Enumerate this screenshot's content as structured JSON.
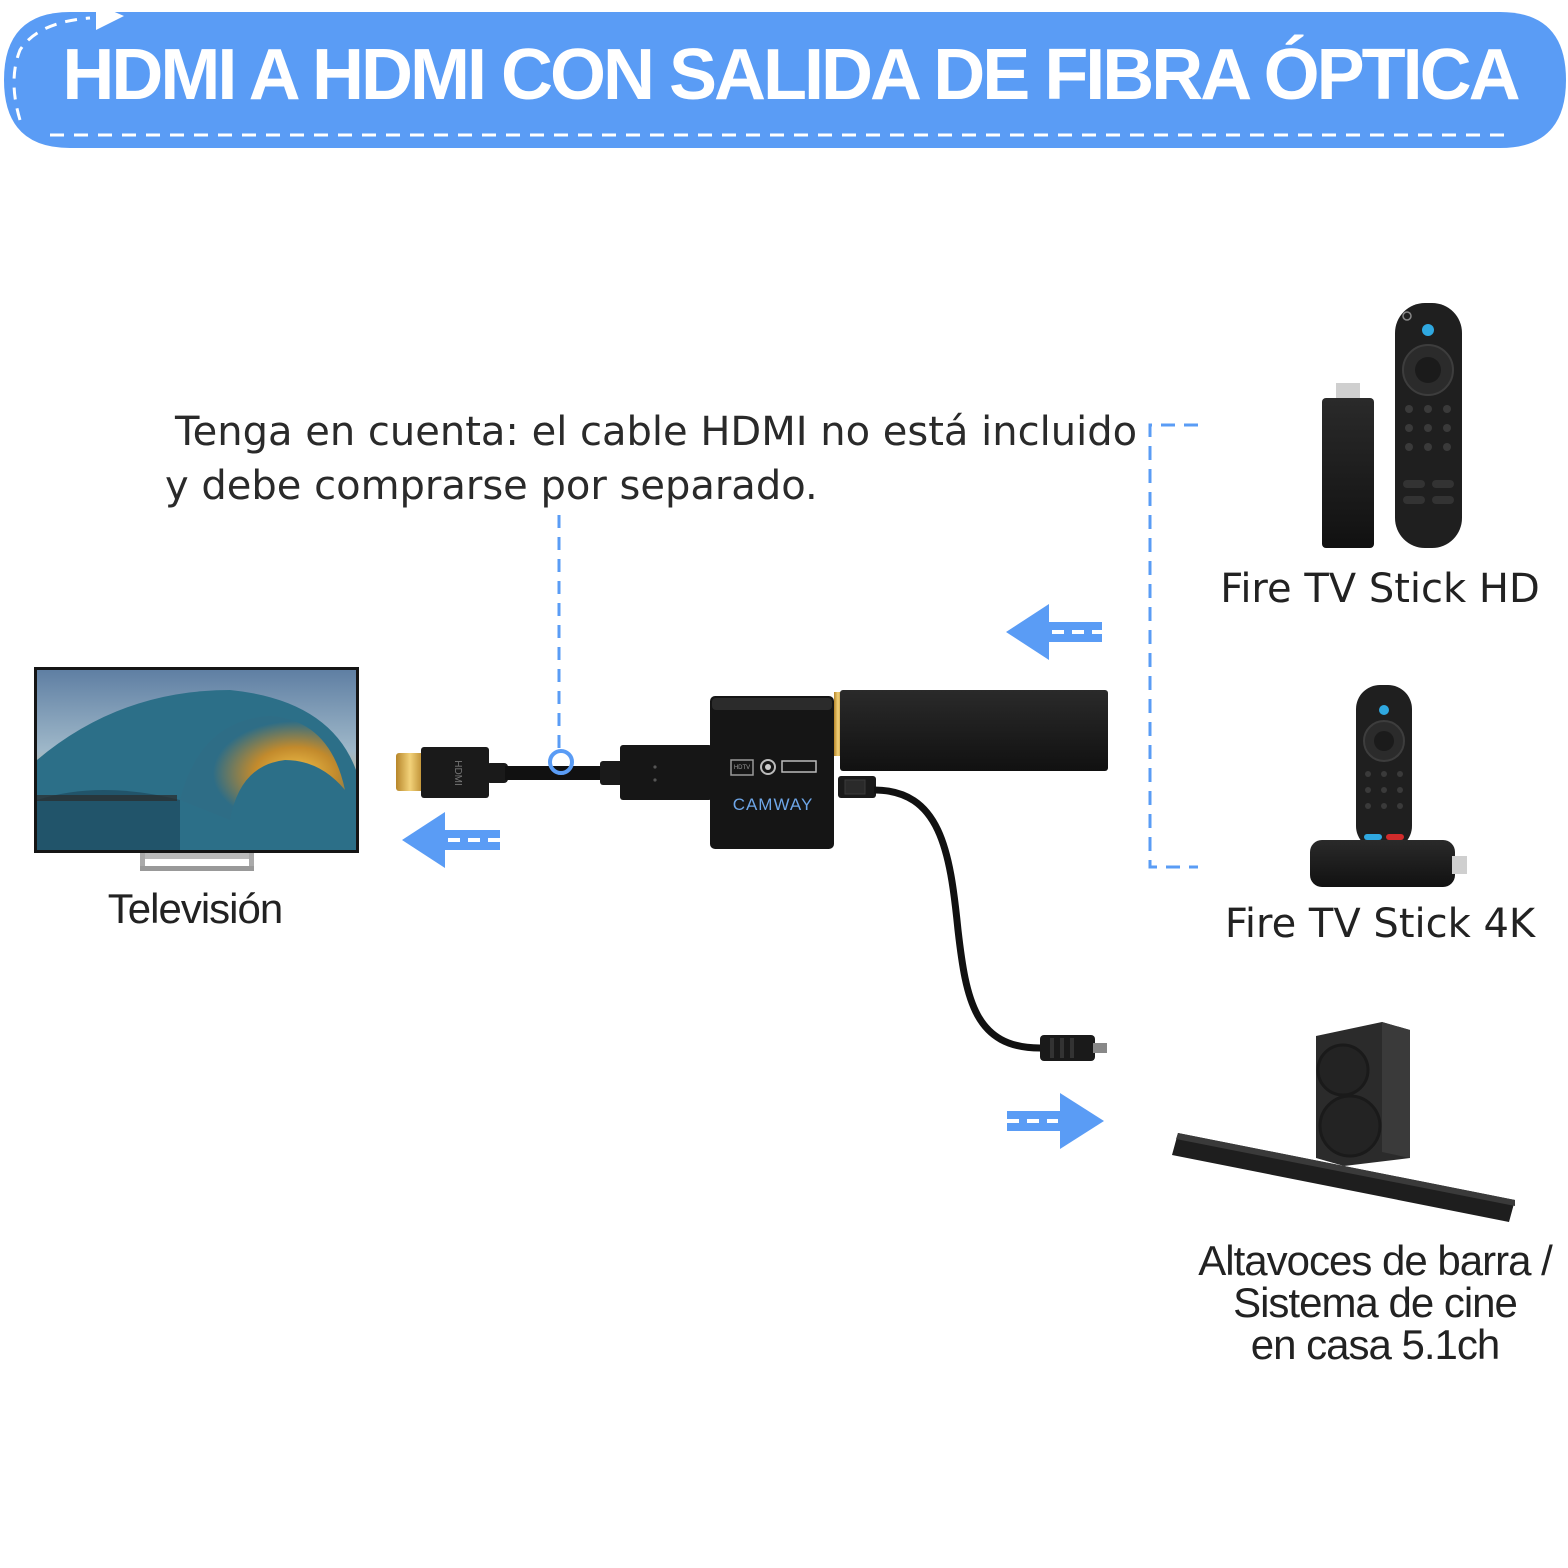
{
  "title": "HDMI A HDMI CON SALIDA DE FIBRA ÓPTICA",
  "note": {
    "line1": "Tenga en cuenta: el cable HDMI no está incluido",
    "line2": "y debe comprarse por separado."
  },
  "devices": {
    "tv": "Televisión",
    "fire_tv_hd": "Fire TV Stick HD",
    "fire_tv_4k": "Fire TV Stick 4K",
    "soundbar": {
      "line1": "Altavoces de barra /",
      "line2": "Sistema de cine",
      "line3": "en casa 5.1ch"
    }
  },
  "adapter": {
    "brand": "CAMWAY",
    "port_label": "HDTV",
    "cable_label": "HDMI"
  },
  "colors": {
    "accent": "#5a9cf5",
    "device": "#1c1c1c"
  }
}
